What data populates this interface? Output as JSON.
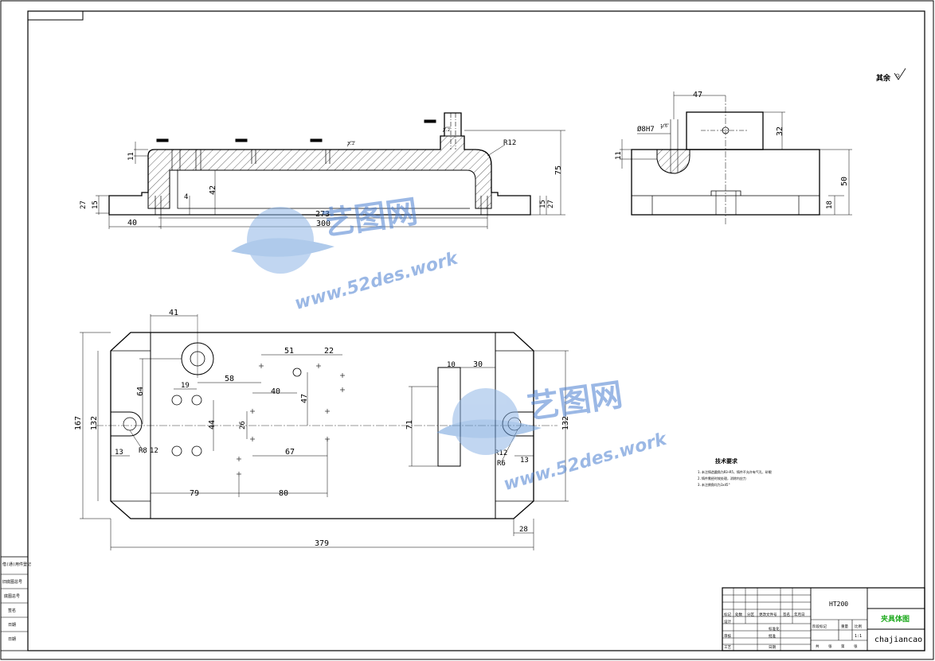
{
  "drawing": {
    "surface_symbol_label": "其余",
    "material": "HT200",
    "drawing_title": "夹具体图",
    "drawing_number": "chajiancao",
    "scale": "1:1"
  },
  "watermark": {
    "brand": "艺图网",
    "url": "www.52des.work"
  },
  "front_view": {
    "dims": [
      "11",
      "75",
      "42",
      "4",
      "27",
      "15",
      "40",
      "273",
      "300",
      "27",
      "15",
      "R12"
    ],
    "roughness": [
      "3.2",
      "3.2"
    ]
  },
  "side_view": {
    "dims": [
      "47",
      "32",
      "11",
      "50",
      "18"
    ],
    "hole_callout": "Ø8H7",
    "roughness": "1.6"
  },
  "top_view": {
    "dims": [
      "41",
      "64",
      "19",
      "58",
      "51",
      "22",
      "40",
      "47",
      "44",
      "26",
      "167",
      "132",
      "13",
      "R8",
      "12",
      "79",
      "80",
      "67",
      "71",
      "10",
      "30",
      "132",
      "13",
      "R12",
      "R6",
      "379",
      "28"
    ]
  },
  "tech_requirements": {
    "title": "技术要求",
    "items": [
      "1.未注铸造圆角为R3~R5，铸件不允许有气孔、砂眼",
      "2.铸件需经时效处理，消除内应力",
      "3.未注倒角均为1x45°"
    ]
  },
  "title_block": {
    "rev_headers": [
      "标记",
      "处数",
      "分区",
      "更改文件号",
      "签名",
      "年月日"
    ],
    "rows": [
      "设计",
      "标准化",
      "审核",
      "工艺"
    ],
    "stage_headers": [
      "阶段标记",
      "重量",
      "比例"
    ],
    "sheet_labels": [
      "共",
      "张",
      "第",
      "张"
    ],
    "approval_labels": [
      "批准",
      "日期"
    ]
  },
  "left_strip": {
    "labels": [
      "借(通)用件登记",
      "旧底图总号",
      "底图总号",
      "签名",
      "日期",
      "日期"
    ]
  }
}
